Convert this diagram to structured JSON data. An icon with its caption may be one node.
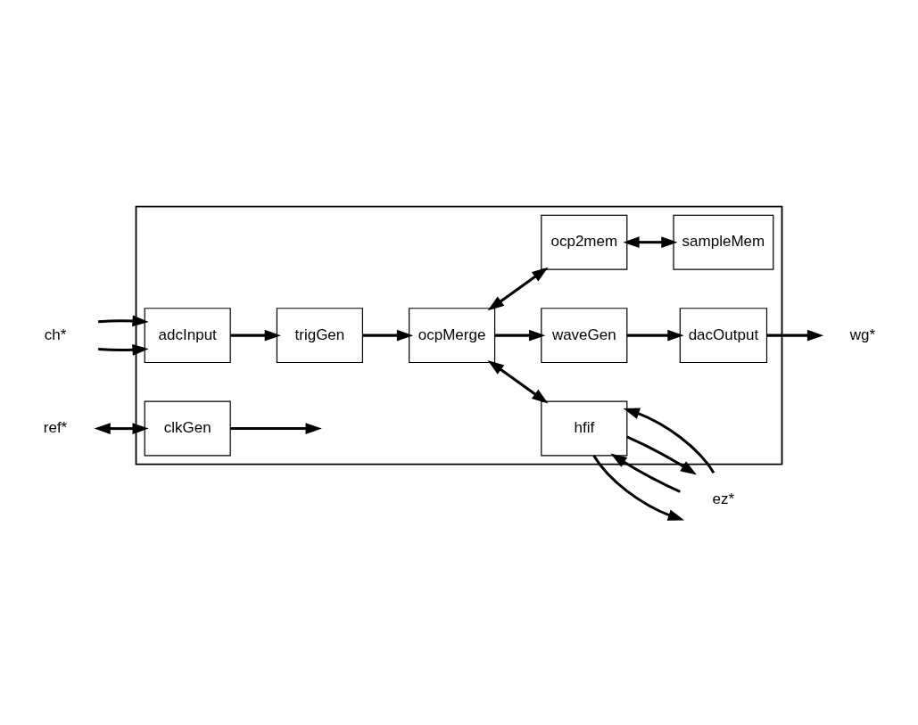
{
  "diagram": {
    "nodes": [
      {
        "text": [],
        "shape": "box"
      },
      {
        "text": [
          "ch*"
        ]
      },
      {
        "text": [
          "adcInput"
        ],
        "in": 0
      },
      {
        "text": [
          "trigGen"
        ],
        "in": 0
      },
      {
        "text": [
          "hfif"
        ],
        "in": 0
      },
      {
        "text": [
          "ez*"
        ]
      },
      {
        "text": [
          "dacOutput"
        ],
        "in": 0
      },
      {
        "text": [
          "waveGen"
        ],
        "in": 0
      },
      {
        "text": [
          "wg*"
        ]
      },
      {
        "text": [
          "ocpMerge"
        ],
        "in": 0
      },
      {
        "text": [
          "clkGen"
        ],
        "in": 0
      },
      {
        "text": [
          "ref*"
        ]
      },
      {
        "text": [
          "ocp2mem"
        ],
        "in": 0
      },
      {
        "text": [
          "sampleMem"
        ],
        "in": 0
      }
    ],
    "edges": [
      {
        "from": 1,
        "to": 2,
        "arrow": "to"
      },
      {
        "from": 1,
        "to": 2,
        "arrow": "to"
      },
      {
        "from": 2,
        "to": 3,
        "arrow": "to"
      },
      {
        "from": 3,
        "to": 9,
        "arrow": "to"
      },
      {
        "from": 9,
        "to": 4,
        "arrow": "both"
      },
      {
        "from": 4,
        "to": 5,
        "arrow": "to"
      },
      {
        "from": 5,
        "to": 4,
        "arrow": "to"
      },
      {
        "from": 4,
        "to": 5,
        "arrow": "to"
      },
      {
        "from": 5,
        "to": 4,
        "arrow": "to"
      },
      {
        "from": 9,
        "to": 7,
        "arrow": "to"
      },
      {
        "from": 7,
        "to": 6,
        "arrow": "to"
      },
      {
        "from": 6,
        "to": 8,
        "arrow": "to"
      },
      {
        "from": 11,
        "to": 10,
        "arrow": "both"
      },
      {
        "from": 10,
        "to": null,
        "arrow": "to"
      },
      {
        "from": 9,
        "to": 12,
        "arrow": "both"
      },
      {
        "from": 12,
        "to": 13,
        "arrow": "both"
      }
    ]
  }
}
